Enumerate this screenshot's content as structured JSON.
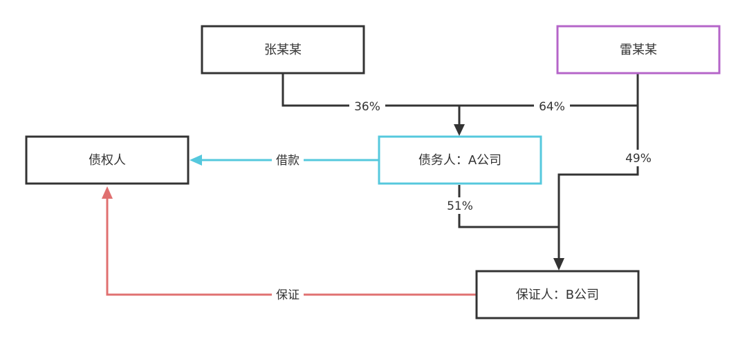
{
  "colors": {
    "default_stroke": "#333333",
    "cyan": "#55c8dd",
    "purple": "#b565c9",
    "red": "#e07070",
    "background": "#ffffff"
  },
  "nodes": {
    "zhang": "张某某",
    "lei": "雷某某",
    "creditor": "债权人",
    "debtor": "债务人：A公司",
    "guarantor": "保证人：B公司"
  },
  "edges": {
    "zhang_pct": "36%",
    "lei_pct": "64%",
    "lei_to_b_pct": "49%",
    "a_to_b_pct": "51%",
    "loan": "借款",
    "guarantee": "保证"
  }
}
